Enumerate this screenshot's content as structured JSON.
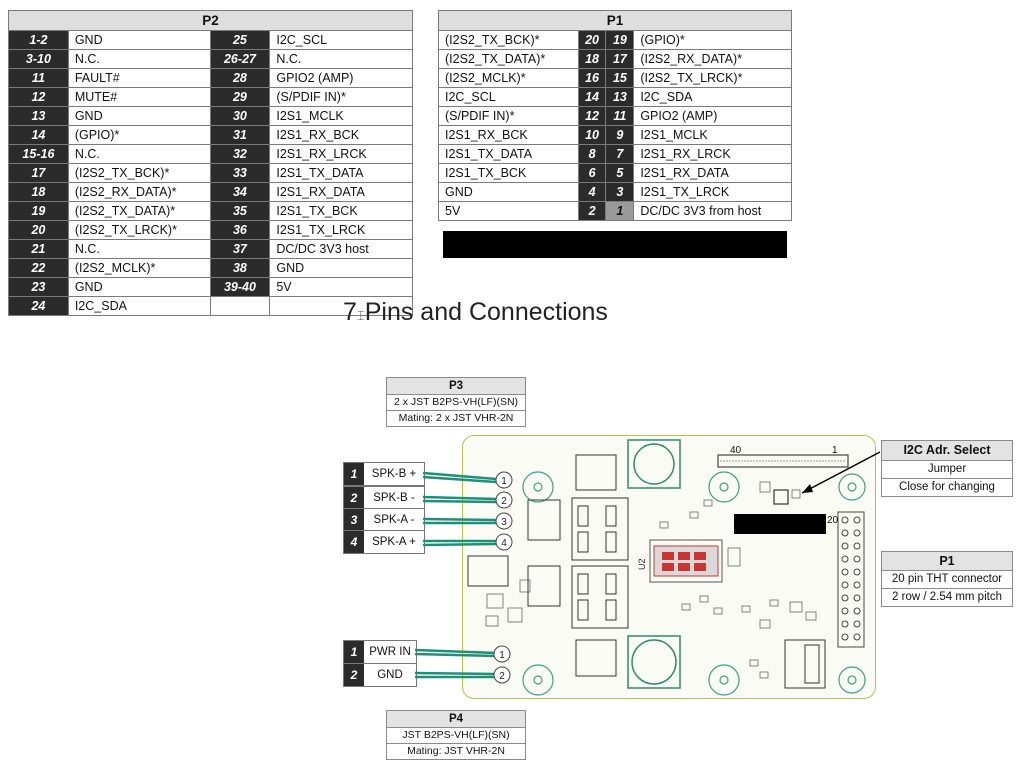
{
  "p2": {
    "title": "P2",
    "rows": [
      {
        "n1": "1-2",
        "s1": "GND",
        "n2": "25",
        "s2": "I2C_SCL"
      },
      {
        "n1": "3-10",
        "s1": "N.C.",
        "n2": "26-27",
        "s2": "N.C."
      },
      {
        "n1": "11",
        "s1": "FAULT#",
        "n2": "28",
        "s2": "GPIO2 (AMP)"
      },
      {
        "n1": "12",
        "s1": "MUTE#",
        "n2": "29",
        "s2": "(S/PDIF IN)*"
      },
      {
        "n1": "13",
        "s1": "GND",
        "n2": "30",
        "s2": "I2S1_MCLK"
      },
      {
        "n1": "14",
        "s1": "(GPIO)*",
        "n2": "31",
        "s2": "I2S1_RX_BCK"
      },
      {
        "n1": "15-16",
        "s1": "N.C.",
        "n2": "32",
        "s2": "I2S1_RX_LRCK"
      },
      {
        "n1": "17",
        "s1": "(I2S2_TX_BCK)*",
        "n2": "33",
        "s2": "I2S1_TX_DATA"
      },
      {
        "n1": "18",
        "s1": "(I2S2_RX_DATA)*",
        "n2": "34",
        "s2": "I2S1_RX_DATA"
      },
      {
        "n1": "19",
        "s1": "(I2S2_TX_DATA)*",
        "n2": "35",
        "s2": "I2S1_TX_BCK"
      },
      {
        "n1": "20",
        "s1": "(I2S2_TX_LRCK)*",
        "n2": "36",
        "s2": "I2S1_TX_LRCK"
      },
      {
        "n1": "21",
        "s1": "N.C.",
        "n2": "37",
        "s2": "DC/DC 3V3 host"
      },
      {
        "n1": "22",
        "s1": "(I2S2_MCLK)*",
        "n2": "38",
        "s2": "GND"
      },
      {
        "n1": "23",
        "s1": "GND",
        "n2": "39-40",
        "s2": "5V"
      },
      {
        "n1": "24",
        "s1": "I2C_SDA",
        "n2": "",
        "s2": ""
      }
    ]
  },
  "p1": {
    "title": "P1",
    "rows": [
      {
        "s1": "(I2S2_TX_BCK)*",
        "n1": "20",
        "n2": "19",
        "s2": "(GPIO)*"
      },
      {
        "s1": "(I2S2_TX_DATA)*",
        "n1": "18",
        "n2": "17",
        "s2": "(I2S2_RX_DATA)*"
      },
      {
        "s1": "(I2S2_MCLK)*",
        "n1": "16",
        "n2": "15",
        "s2": "(I2S2_TX_LRCK)*"
      },
      {
        "s1": "I2C_SCL",
        "n1": "14",
        "n2": "13",
        "s2": "I2C_SDA"
      },
      {
        "s1": "(S/PDIF IN)*",
        "n1": "12",
        "n2": "11",
        "s2": "GPIO2 (AMP)"
      },
      {
        "s1": "I2S1_RX_BCK",
        "n1": "10",
        "n2": "9",
        "s2": "I2S1_MCLK"
      },
      {
        "s1": "I2S1_TX_DATA",
        "n1": "8",
        "n2": "7",
        "s2": "I2S1_RX_LRCK"
      },
      {
        "s1": "I2S1_TX_BCK",
        "n1": "6",
        "n2": "5",
        "s2": "I2S1_RX_DATA"
      },
      {
        "s1": "GND",
        "n1": "4",
        "n2": "3",
        "s2": "I2S1_TX_LRCK"
      },
      {
        "s1": "5V",
        "n1": "2",
        "n2": "1",
        "s2": "DC/DC 3V3 from host"
      }
    ]
  },
  "section": {
    "number": "7",
    "title": "Pins and Connections"
  },
  "p3": {
    "title": "P3",
    "line1": "2 x JST B2PS-VH(LF)(SN)",
    "line2": "Mating: 2 x JST VHR-2N"
  },
  "p4": {
    "title": "P4",
    "line1": "JST B2PS-VH(LF)(SN)",
    "line2": "Mating: JST VHR-2N"
  },
  "i2c": {
    "title": "I2C Adr. Select",
    "line1": "Jumper",
    "line2": "Close for changing"
  },
  "p1_info": {
    "title": "P1",
    "line1": "20 pin THT connector",
    "line2": "2 row / 2.54 mm pitch"
  },
  "speakers": [
    {
      "num": "1",
      "label": "SPK-B +"
    },
    {
      "num": "2",
      "label": "SPK-B -"
    },
    {
      "num": "3",
      "label": "SPK-A -"
    },
    {
      "num": "4",
      "label": "SPK-A +"
    }
  ],
  "power": [
    {
      "num": "1",
      "label": "PWR IN"
    },
    {
      "num": "2",
      "label": "GND"
    }
  ],
  "board": {
    "header_left": "40",
    "header_right": "1",
    "p1_pin": "20",
    "u2": "U2",
    "spk_pins": [
      "1",
      "2",
      "3",
      "4"
    ],
    "pwr_pins": [
      "1",
      "2"
    ]
  },
  "colors": {
    "pin_bg": "#2b2b2b",
    "header_bg": "#dedede",
    "board_outline": "#b7c24a",
    "wire": "#1f8f7a"
  }
}
